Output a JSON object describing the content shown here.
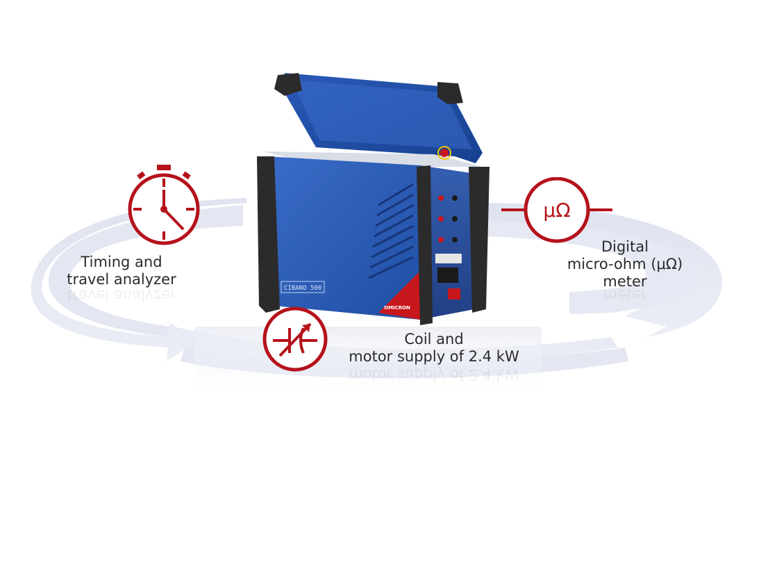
{
  "features": {
    "timing": {
      "line1": "Timing and",
      "line2": "travel analyzer",
      "icon": "stopwatch-icon"
    },
    "micro_ohm": {
      "symbol": "μΩ",
      "line1": "Digital",
      "line2": "micro-ohm (μΩ)",
      "line3": "meter",
      "icon": "micro-ohm-meter-icon"
    },
    "coil": {
      "line1": "Coil and",
      "line2": "motor supply of 2.4 kW",
      "icon": "variable-capacitor-icon"
    }
  },
  "device": {
    "model_label": "CIBANO 500",
    "brand_label": "OMICRON",
    "colors": {
      "body": "#2a5bb8",
      "frame": "#2b2b2b",
      "accent": "#c8161d"
    }
  },
  "colors": {
    "icon_red": "#b5121b",
    "ring": "#e3e6f2",
    "text": "#2a2a2a"
  }
}
